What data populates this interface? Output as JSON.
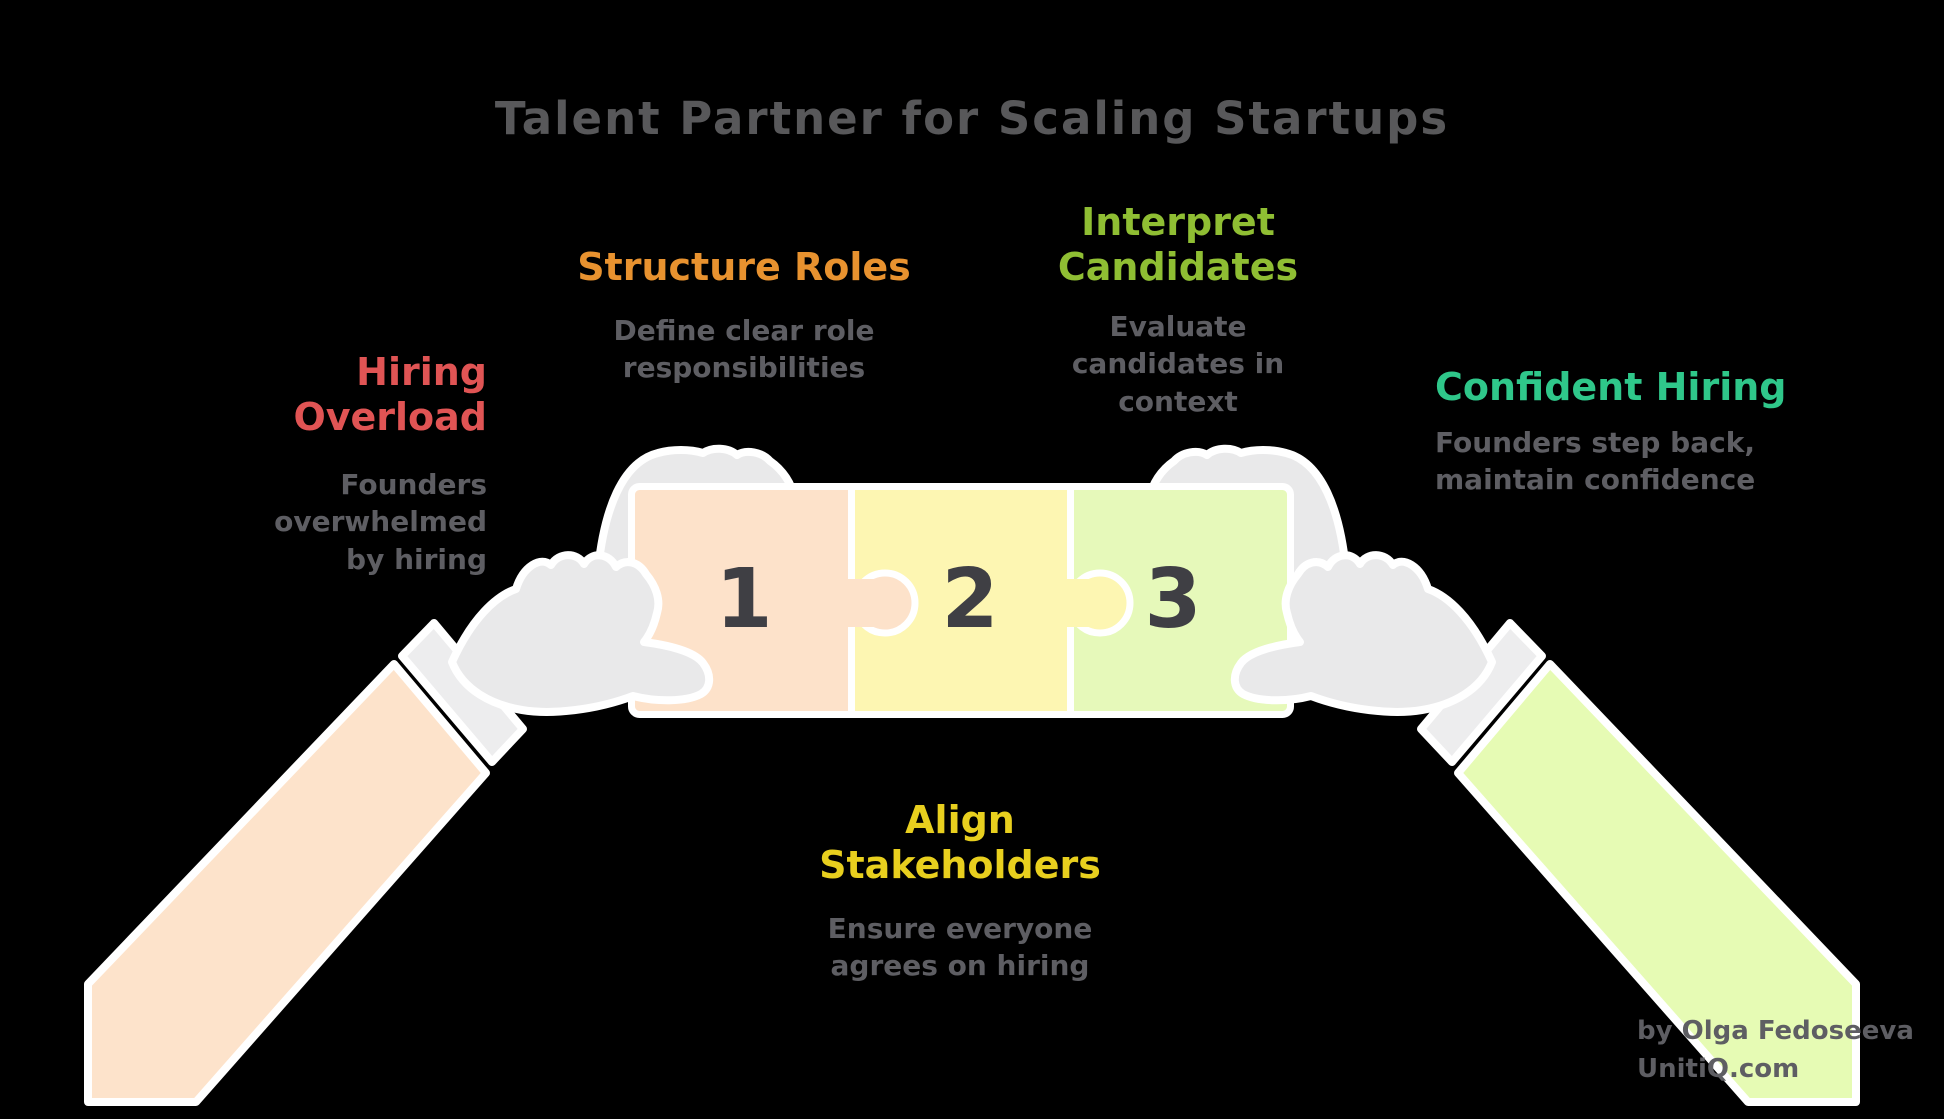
{
  "title": "Talent Partner for Scaling Startups",
  "sections": [
    {
      "id": "hiring-overload",
      "label": "Hiring Overload",
      "description": "Founders overwhelmed by hiring",
      "color": "#e05454"
    },
    {
      "id": "structure-roles",
      "label": "Structure Roles",
      "description": "Define clear role responsibilities",
      "color": "#e8922f"
    },
    {
      "id": "interpret-candidates",
      "label": "Interpret Candidates",
      "description": "Evaluate candidates in context",
      "color": "#8fbe33"
    },
    {
      "id": "confident-hiring",
      "label": "Confident Hiring",
      "description": "Founders step back, maintain confidence",
      "color": "#2fc78a"
    },
    {
      "id": "align-stakeholders",
      "label": "Align Stakeholders",
      "description": "Ensure everyone agrees on hiring",
      "color": "#e8cf1e"
    }
  ],
  "puzzle": {
    "pieces": [
      {
        "number": "1",
        "color": "#fde2ca"
      },
      {
        "number": "2",
        "color": "#fdf6b2"
      },
      {
        "number": "3",
        "color": "#e6f9ba"
      }
    ]
  },
  "illustration": {
    "left_sleeve_color": "#fde3cb",
    "right_sleeve_color": "#e6fbb4",
    "hand_color": "#e9e9ea",
    "cuff_color": "#ededee",
    "outline_color": "#ffffff"
  },
  "attribution": {
    "line1": "by Olga Fedoseeva",
    "line2": "UnitiQ.com"
  },
  "background_color": "#000000",
  "title_color": "#58585a",
  "body_text_color": "#5e5e63",
  "number_color": "#3f3f44"
}
